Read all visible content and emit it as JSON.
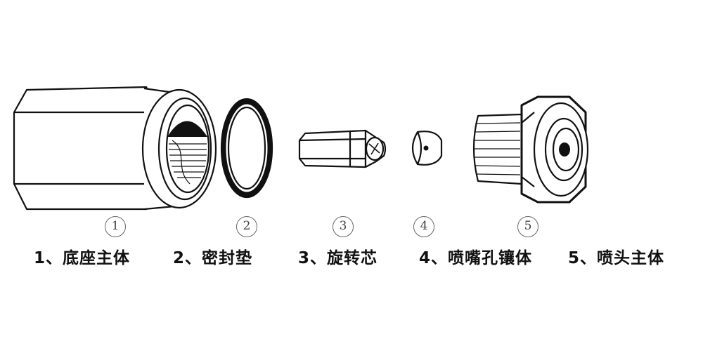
{
  "parts": [
    {
      "number": "1",
      "label": "1、底座主体",
      "part_icon": "base-body-icon"
    },
    {
      "number": "2",
      "label": "2、密封垫",
      "part_icon": "seal-ring-icon"
    },
    {
      "number": "3",
      "label": "3、旋转芯",
      "part_icon": "swirl-core-icon"
    },
    {
      "number": "4",
      "label": "4、喷嘴孔镶体",
      "part_icon": "nozzle-insert-icon"
    },
    {
      "number": "5",
      "label": "5、喷头主体",
      "part_icon": "nozzle-body-icon"
    }
  ],
  "colors": {
    "line": "#111111",
    "fill": "#ffffff",
    "dark": "#2a2a2a",
    "marker": "#666666"
  }
}
